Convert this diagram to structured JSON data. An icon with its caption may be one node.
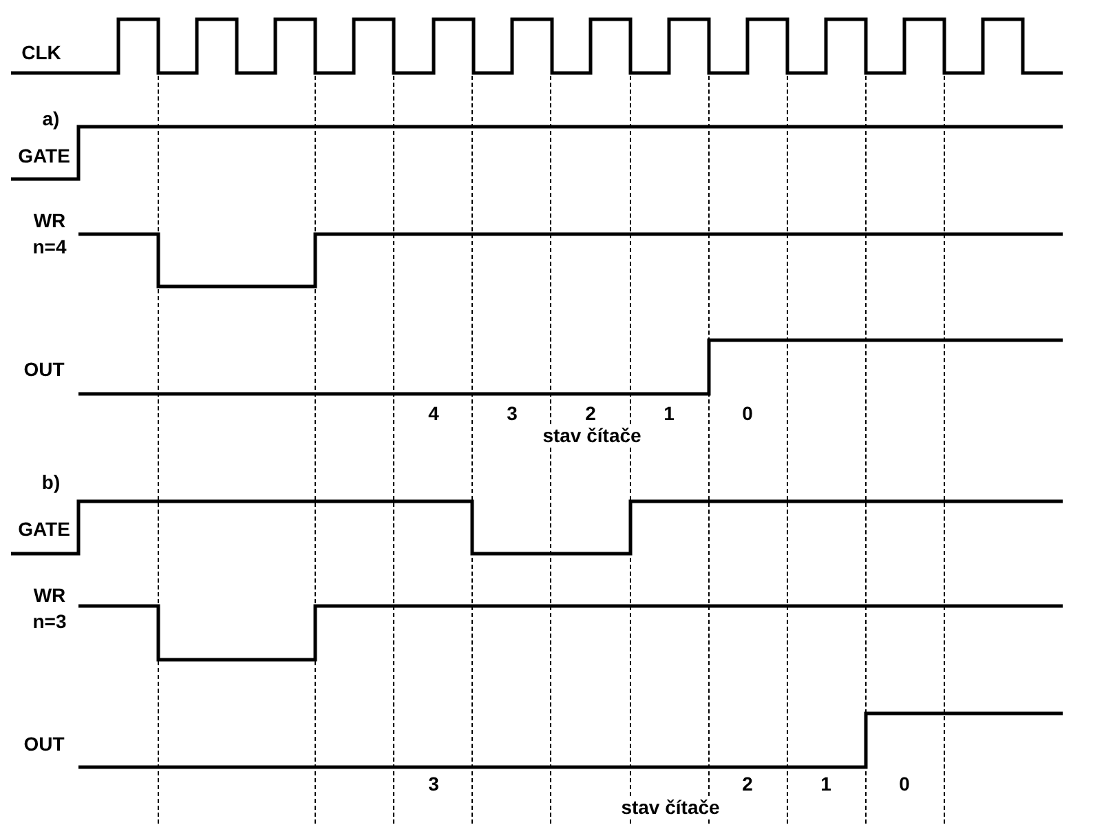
{
  "diagram": {
    "labels": [
      "CLK",
      "a)",
      "GATE",
      "WR",
      "n=4",
      "OUT",
      "4",
      "3",
      "2",
      "1",
      "0",
      "stav čítače",
      "b)",
      "GATE",
      "WR",
      "n=3",
      "OUT",
      "3",
      "2",
      "1",
      "0",
      "stav čítače"
    ]
  }
}
